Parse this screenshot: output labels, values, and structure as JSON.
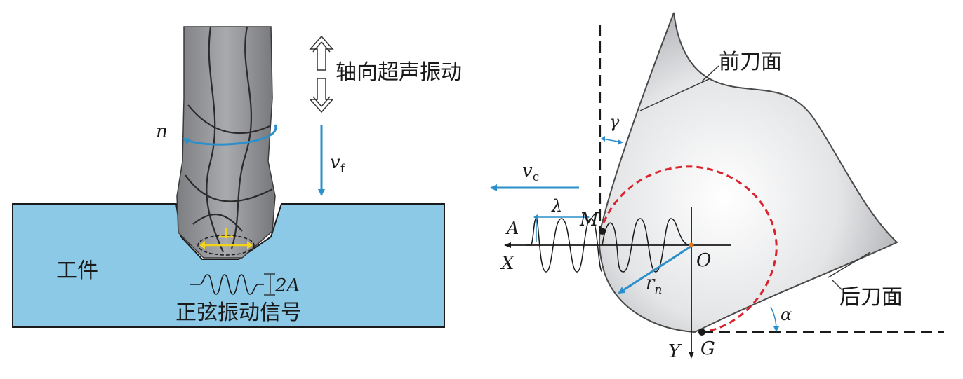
{
  "left_panel": {
    "axial_vibration_label": "轴向超声振动",
    "rotation_label": "n",
    "feed_label_main": "v",
    "feed_label_sub": "f",
    "workpiece_label": "工件",
    "amplitude_label": "2A",
    "signal_label": "正弦振动信号"
  },
  "right_panel": {
    "rake_face_label": "前刀面",
    "flank_face_label": "后刀面",
    "rake_angle_label": "γ",
    "clearance_angle_label": "α",
    "cutting_speed_main": "v",
    "cutting_speed_sub": "c",
    "wavelength_label": "λ",
    "amplitude_point_label": "A",
    "point_m_label": "M",
    "point_o_label": "O",
    "point_g_label": "G",
    "axis_x_label": "X",
    "axis_y_label": "Y",
    "radius_main": "r",
    "radius_sub": "n"
  },
  "colors": {
    "workpiece_fill": "#8cc9e6",
    "drill_fill": "#9a9a9e",
    "arrow_blue": "#2a8fca",
    "edge_red": "#d9232d",
    "dim_yellow": "#f2d21a"
  }
}
